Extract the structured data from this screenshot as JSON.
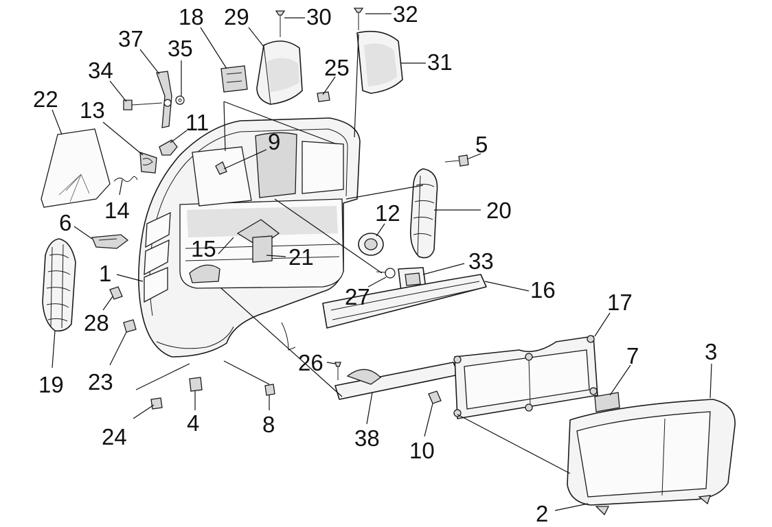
{
  "callouts": [
    {
      "id": "c1",
      "label": "1"
    },
    {
      "id": "c2",
      "label": "2"
    },
    {
      "id": "c3",
      "label": "3"
    },
    {
      "id": "c4",
      "label": "4"
    },
    {
      "id": "c5",
      "label": "5"
    },
    {
      "id": "c6",
      "label": "6"
    },
    {
      "id": "c7",
      "label": "7"
    },
    {
      "id": "c8",
      "label": "8"
    },
    {
      "id": "c9",
      "label": "9"
    },
    {
      "id": "c10",
      "label": "10"
    },
    {
      "id": "c11",
      "label": "11"
    },
    {
      "id": "c12",
      "label": "12"
    },
    {
      "id": "c13",
      "label": "13"
    },
    {
      "id": "c14",
      "label": "14"
    },
    {
      "id": "c15",
      "label": "15"
    },
    {
      "id": "c16",
      "label": "16"
    },
    {
      "id": "c17",
      "label": "17"
    },
    {
      "id": "c18",
      "label": "18"
    },
    {
      "id": "c19",
      "label": "19"
    },
    {
      "id": "c20",
      "label": "20"
    },
    {
      "id": "c21",
      "label": "21"
    },
    {
      "id": "c22",
      "label": "22"
    },
    {
      "id": "c23",
      "label": "23"
    },
    {
      "id": "c24",
      "label": "24"
    },
    {
      "id": "c25",
      "label": "25"
    },
    {
      "id": "c26",
      "label": "26"
    },
    {
      "id": "c27",
      "label": "27"
    },
    {
      "id": "c28",
      "label": "28"
    },
    {
      "id": "c29",
      "label": "29"
    },
    {
      "id": "c30",
      "label": "30"
    },
    {
      "id": "c31",
      "label": "31"
    },
    {
      "id": "c32",
      "label": "32"
    },
    {
      "id": "c33",
      "label": "33"
    },
    {
      "id": "c34",
      "label": "34"
    },
    {
      "id": "c35",
      "label": "35"
    },
    {
      "id": "c37",
      "label": "37"
    },
    {
      "id": "c38",
      "label": "38"
    }
  ]
}
